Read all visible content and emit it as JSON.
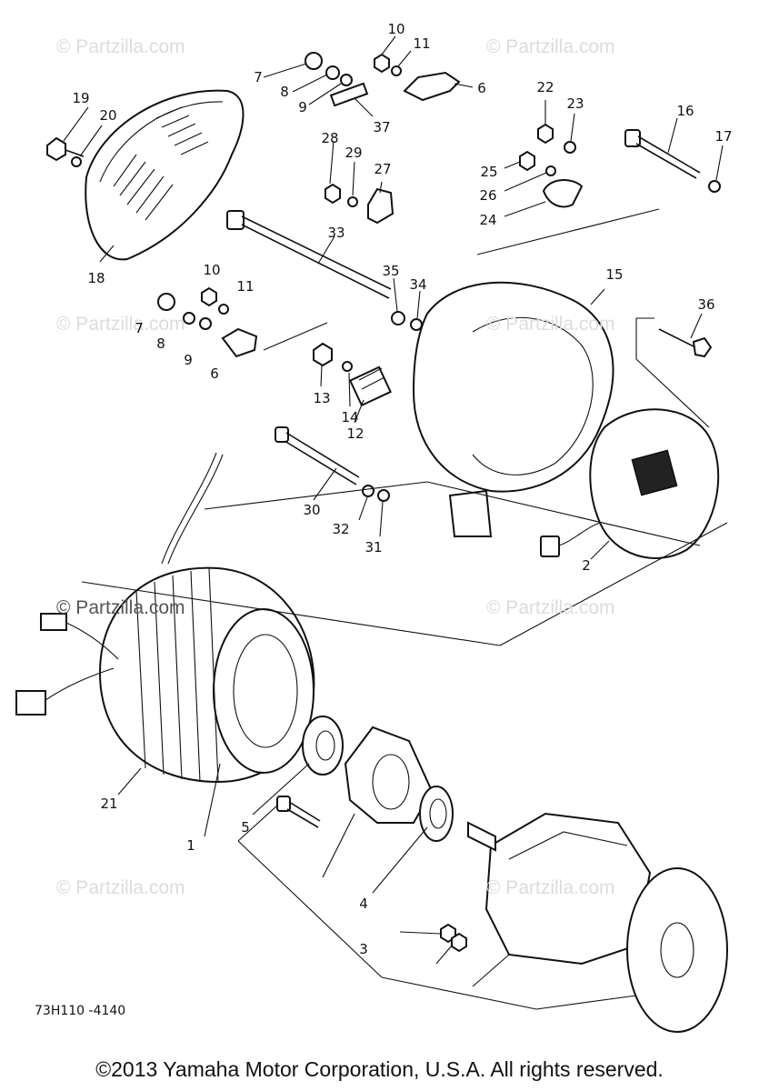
{
  "watermark_text": "© Partzilla.com",
  "diagram_code": "73H110 -4140",
  "copyright": "©2013 Yamaha Motor Corporation, U.S.A. All rights reserved.",
  "callouts": [
    "10",
    "11",
    "7",
    "8",
    "9",
    "37",
    "6",
    "19",
    "20",
    "22",
    "23",
    "16",
    "17",
    "28",
    "29",
    "27",
    "25",
    "26",
    "24",
    "18",
    "33",
    "15",
    "10",
    "11",
    "35",
    "34",
    "7",
    "8",
    "9",
    "6",
    "36",
    "13",
    "14",
    "12",
    "30",
    "32",
    "31",
    "2",
    "21",
    "5",
    "1",
    "4",
    "3"
  ]
}
